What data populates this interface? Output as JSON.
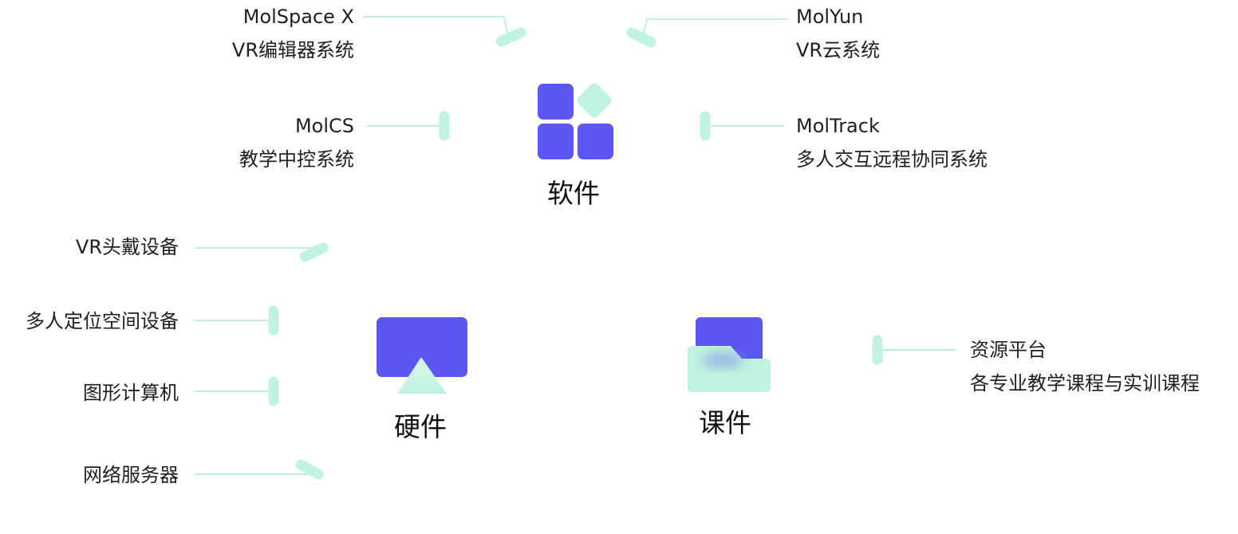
{
  "colors": {
    "accent": "#5b57f0",
    "mint": "#bff2e0",
    "line": "#bfeedd",
    "text": "#1f1f1f"
  },
  "software": {
    "title": "软件",
    "icon": "app-grid-icon",
    "items": [
      {
        "name": "MolSpace X",
        "desc": "VR编辑器系统"
      },
      {
        "name": "MolYun",
        "desc": "VR云系统"
      },
      {
        "name": "MolCS",
        "desc": "教学中控系统"
      },
      {
        "name": "MolTrack",
        "desc": "多人交互远程协同系统"
      }
    ]
  },
  "hardware": {
    "title": "硬件",
    "icon": "screen-cast-icon",
    "items": [
      "VR头戴设备",
      "多人定位空间设备",
      "图形计算机",
      "网络服务器"
    ]
  },
  "courseware": {
    "title": "课件",
    "icon": "folder-icon",
    "items": [
      {
        "name": "资源平台",
        "desc": "各专业教学课程与实训课程"
      }
    ]
  }
}
